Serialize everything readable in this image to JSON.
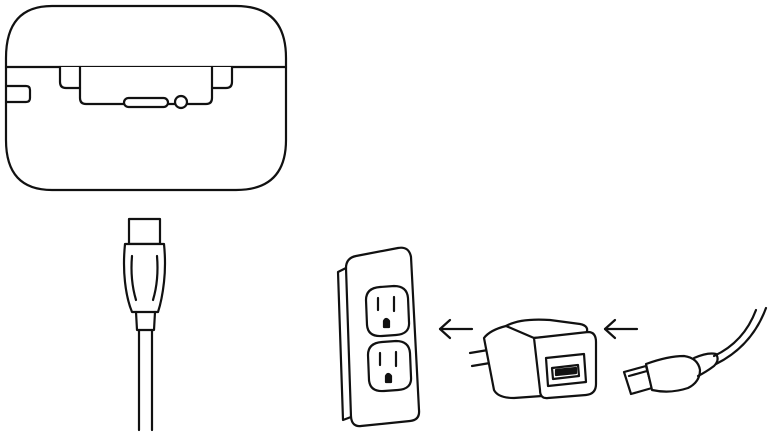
{
  "illustration": {
    "stroke_color": "#111111",
    "fill_color": "#ffffff",
    "parts": [
      "charging-case",
      "usb-c-cable",
      "wall-outlet",
      "usb-power-adapter",
      "usb-a-cable"
    ],
    "arrows": [
      "left-arrow",
      "left-arrow"
    ]
  }
}
